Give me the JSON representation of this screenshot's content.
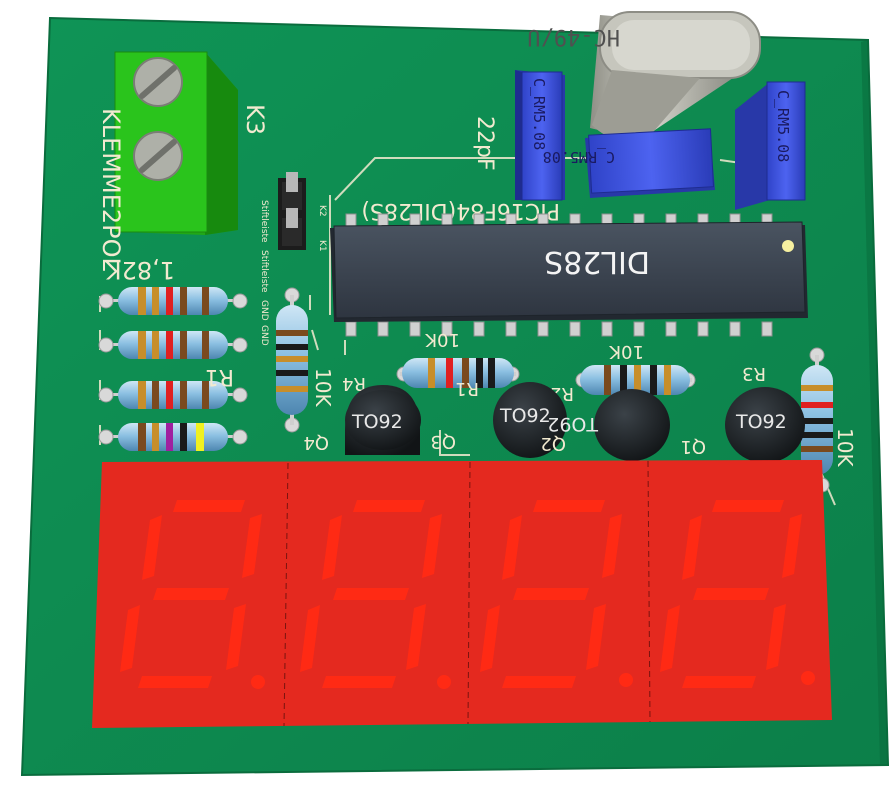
{
  "colors": {
    "board": "#0e8a50",
    "board_edge": "#0a6c3d",
    "silkscreen": "#f2ead0",
    "copper_pad": "#d9d9d9",
    "terminal_block": "#27c21a",
    "ic_body": "#3a4350",
    "transistor": "#1b1f22",
    "capacitor": "#3f55e0",
    "crystal": "#b3b3a8",
    "display": "#e4291f",
    "segment": "#ff2a14"
  },
  "terminal_block": {
    "ref": "K3",
    "side_label": "KLEMME2POL"
  },
  "jumper": {
    "labels": [
      "K2",
      "K1"
    ],
    "side_text": [
      "Stiftleiste",
      "Stiftleiste",
      "GND",
      "GND"
    ]
  },
  "resistors": {
    "value_label": "1,82K",
    "ref_label": "R1",
    "value_10k_a": "10K",
    "value_10k_b": "10K",
    "value_10k_c": "10K",
    "value_10k_d": "10K",
    "partial_refs": [
      "R4",
      "R1",
      "R2",
      "R3"
    ]
  },
  "ic": {
    "marking": "DIL28S",
    "footprint_label": "PIC16F84(DIL28S)"
  },
  "capacitors": {
    "label_22pf": "22pF",
    "marking_1": "C_RM5.08",
    "marking_2": "C_RM5.08",
    "marking_3": "C_RM5.08"
  },
  "crystal": {
    "marking": "HC-49/U"
  },
  "transistors": {
    "marking_1": "TO92",
    "marking_2": "TO92",
    "marking_3": "TO92",
    "marking_4": "TO92",
    "refs": [
      "Q4",
      "Q3",
      "Q2",
      "Q1"
    ]
  },
  "display": {
    "digits": 4
  }
}
